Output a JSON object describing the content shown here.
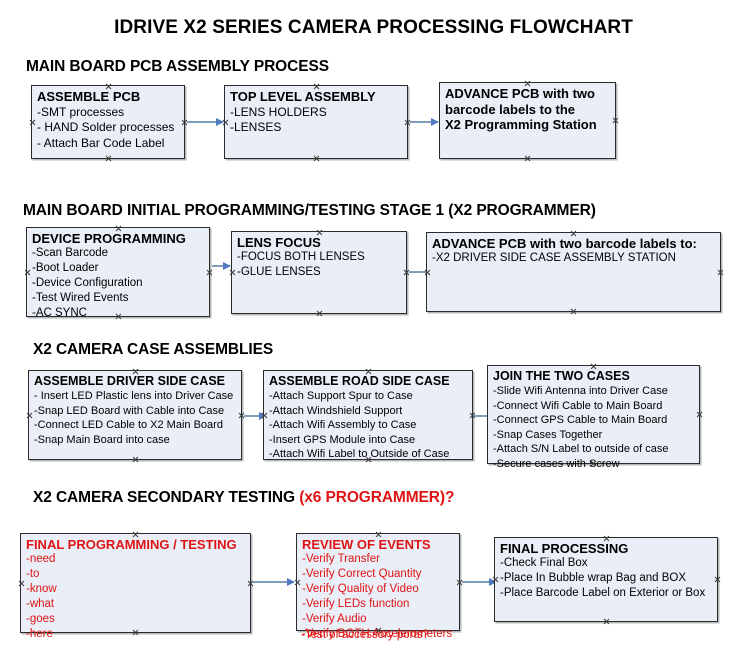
{
  "document": {
    "title": "IDRIVE X2  SERIES CAMERA PROCESSING FLOWCHART"
  },
  "colors": {
    "box_fill": "#e9eef7",
    "box_border": "#2b2b2b",
    "arrow": "#7f9bbd",
    "arrow_head": "#4f7bbf",
    "accent_red": "#e01414",
    "text": "#000000"
  },
  "sections": [
    {
      "id": "main-board-pcb-assembly",
      "header": "MAIN BOARD PCB ASSEMBLY PROCESS",
      "header_accent": "",
      "boxes": [
        {
          "id": "assemble-pcb",
          "title": "ASSEMBLE PCB",
          "lines": [
            "-SMT processes",
            "- HAND Solder processes",
            "- Attach Bar Code Label"
          ]
        },
        {
          "id": "top-level-assembly",
          "title": "TOP LEVEL ASSEMBLY",
          "lines": [
            "-LENS HOLDERS",
            "-LENSES"
          ]
        },
        {
          "id": "advance-pcb-to-x2-programming-station",
          "title": "ADVANCE PCB with two",
          "lines": [
            "barcode labels to the",
            " X2 Programming Station"
          ]
        }
      ]
    },
    {
      "id": "main-board-initial-programming",
      "header": "MAIN BOARD INITIAL PROGRAMMING/TESTING STAGE 1 (X2 PROGRAMMER)",
      "header_accent": "",
      "boxes": [
        {
          "id": "device-programming",
          "title": "DEVICE PROGRAMMING",
          "lines": [
            "-Scan Barcode",
            "-Boot Loader",
            "-Device Configuration",
            "-Test Wired Events",
            "-AC SYNC"
          ]
        },
        {
          "id": "lens-focus",
          "title": "LENS FOCUS",
          "lines": [
            "-FOCUS BOTH LENSES",
            "-GLUE LENSES"
          ]
        },
        {
          "id": "advance-pcb-to-driver-side-case",
          "title": "ADVANCE PCB with two barcode labels to:",
          "lines": [
            "-X2 DRIVER  SIDE  CASE  ASSEMBLY STATION"
          ]
        }
      ]
    },
    {
      "id": "x2-camera-case-assemblies",
      "header": "X2 CAMERA CASE ASSEMBLIES",
      "header_accent": "",
      "boxes": [
        {
          "id": "assemble-driver-side-case",
          "title": "ASSEMBLE DRIVER SIDE CASE",
          "lines": [
            "- Insert LED Plastic lens into Driver Case",
            "-Snap LED Board with Cable into Case",
            "-Connect LED Cable to X2 Main Board",
            "-Snap Main Board into case"
          ]
        },
        {
          "id": "assemble-road-side-case",
          "title": "ASSEMBLE ROAD SIDE CASE",
          "lines": [
            "-Attach Support Spur to Case",
            "-Attach Windshield Support",
            "-Attach Wifi Assembly to Case",
            "-Insert GPS Module into Case",
            "-Attach Wifi Label to Outside of Case"
          ]
        },
        {
          "id": "join-the-two-cases",
          "title": "JOIN THE TWO CASES",
          "lines": [
            "-Slide Wifi Antenna into Driver Case",
            "-Connect Wifi Cable to Main Board",
            "-Connect GPS Cable to Main Board",
            "-Snap Cases Together",
            "-Attach S/N Label to outside of case",
            "-Secure cases with Screw"
          ]
        }
      ]
    },
    {
      "id": "x2-camera-secondary-testing",
      "header": "X2 CAMERA SECONDARY TESTING ",
      "header_accent": "(x6 PROGRAMMER)?",
      "boxes": [
        {
          "id": "final-programming-testing",
          "title": "FINAL PROGRAMMING / TESTING",
          "lines": [
            "-need",
            "-to",
            "-know",
            "-what",
            "-goes",
            "-here"
          ]
        },
        {
          "id": "review-of-events",
          "title": "REVIEW OF EVENTS",
          "lines": [
            "-Verify Transfer",
            "-Verify Correct Quantity",
            "-Verify Quality of Video",
            "-Verify LEDs function",
            "-Verify Audio",
            "-Verify BOTH Accelerometers"
          ],
          "overflow_line": "-Test of accessory ports?"
        },
        {
          "id": "final-processing",
          "title": "FINAL PROCESSING",
          "lines": [
            " -Check Final Box",
            "-Place In Bubble wrap Bag and BOX",
            "-Place Barcode Label on Exterior or Box"
          ]
        }
      ]
    }
  ]
}
